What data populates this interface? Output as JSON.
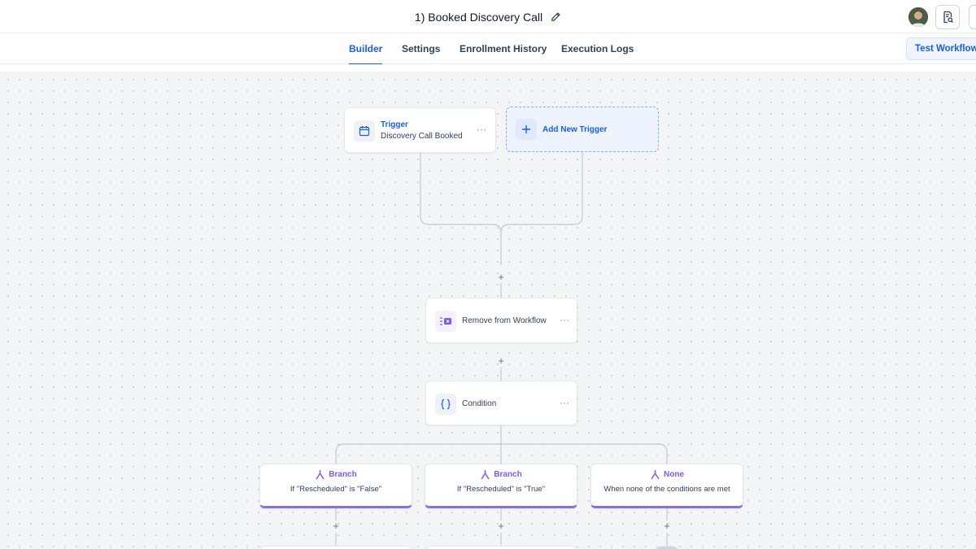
{
  "header": {
    "title": "1) Booked Discovery Call"
  },
  "tabs": [
    {
      "label": "Builder",
      "active": true
    },
    {
      "label": "Settings",
      "active": false
    },
    {
      "label": "Enrollment History",
      "active": false
    },
    {
      "label": "Execution Logs",
      "active": false
    }
  ],
  "test_button": "Test Workflow",
  "nodes": {
    "trigger": {
      "title": "Trigger",
      "subtitle": "Discovery Call Booked",
      "icon": "calendar-icon"
    },
    "add_trigger": {
      "label": "Add New Trigger",
      "icon": "plus-icon"
    },
    "remove": {
      "label": "Remove from Workflow",
      "icon": "remove-from-workflow-icon"
    },
    "condition": {
      "label": "Condition",
      "icon": "braces-icon"
    }
  },
  "branches": [
    {
      "title": "Branch",
      "description": "If \"Rescheduled\" is \"False\"",
      "icon": "branch-icon"
    },
    {
      "title": "Branch",
      "description": "If \"Rescheduled\" is \"True\"",
      "icon": "branch-icon"
    },
    {
      "title": "None",
      "description": "When none of the conditions are met",
      "icon": "branch-icon"
    }
  ],
  "more_glyph": "···",
  "plus_glyph": "+",
  "colors": {
    "accent": "#155eef",
    "branch": "#7a5af8",
    "canvas": "#f4f5f7"
  }
}
